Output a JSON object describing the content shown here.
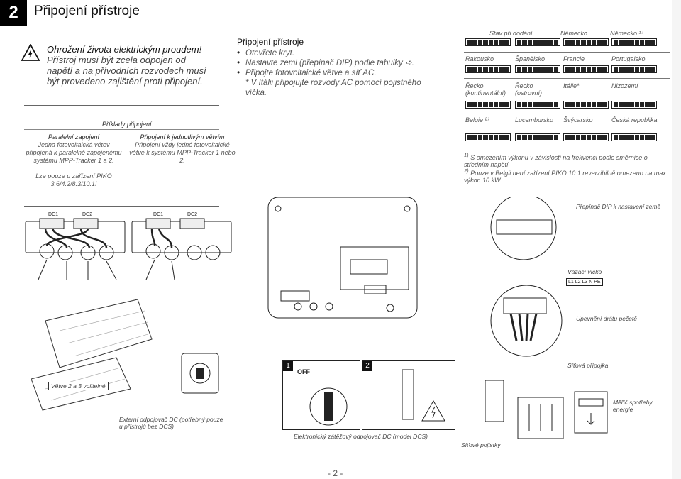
{
  "header": {
    "section_number": "2",
    "title": "Připojení přístroje"
  },
  "warning": {
    "title": "Ohrožení života elektrickým proudem!",
    "text": "Přístroj musí být zcela odpojen od napětí a na přívodních rozvodech musí být provedeno zajištění proti připojení."
  },
  "examples": {
    "title": "Příklady připojení",
    "parallel": {
      "heading": "Paralelní zapojení",
      "text": "Jedna fotovoltaická větev připojená k paralelně zapojenému systému MPP-Tracker 1 a 2.",
      "note": "Lze pouze u zařízení PIKO 3.6/4.2/8.3/10.1!"
    },
    "single": {
      "heading": "Připojení k jednotlivým větvím",
      "text": "Připojení vždy jedné fotovoltaické větve k systému MPP-Tracker 1 nebo 2."
    },
    "dc1": "DC1",
    "dc2": "DC2"
  },
  "connection": {
    "heading": "Připojení přístroje",
    "steps": [
      "Otevřete kryt.",
      "Nastavte zemi (přepínač DIP) podle tabulky ➪.",
      "Připojte fotovoltaické větve a síť AC.",
      "* V Itálii připojujte rozvody AC pomocí pojistného víčka."
    ]
  },
  "country_table": {
    "row1": [
      "Stav při dodání",
      "Německo",
      "Německo ¹⁾"
    ],
    "row2": [
      "Rakousko",
      "Španělsko",
      "Francie",
      "Portugalsko"
    ],
    "row3": [
      "Řecko (kontinentální)",
      "Řecko (ostrovní)",
      "Itálie*",
      "Nizozemí"
    ],
    "row4": [
      "Belgie ²⁾",
      "Lucembursko",
      "Švýcarsko",
      "Česká republika"
    ]
  },
  "footnotes": {
    "n1": "S omezením výkonu v závislosti na frekvenci podle směrnice o středním napětí",
    "n2": "Pouze v Belgii není zařízení PIKO 10.1 reverzibilně omezeno na max. výkon 10 kW"
  },
  "callouts": {
    "dip": "Přepínač DIP k nastavení země",
    "cap": "Vázací víčko",
    "terminal": "L1 L2 L3 N PE",
    "seal": "Upevnění drátu pečetě",
    "grid": "Síťová přípojka",
    "strings": "Větve 2 a 3 volitelné",
    "ext_switch": "Externí odpojovač DC (potřebný pouze u přístrojů bez DCS)",
    "load_switch": "Elektronický zátěžový odpojovač DC (model DCS)",
    "fuses": "Síťové pojistky",
    "meter": "Měřič spotřeby energie",
    "off": "OFF",
    "step1": "1",
    "step2": "2"
  },
  "page_number": "- 2 -"
}
